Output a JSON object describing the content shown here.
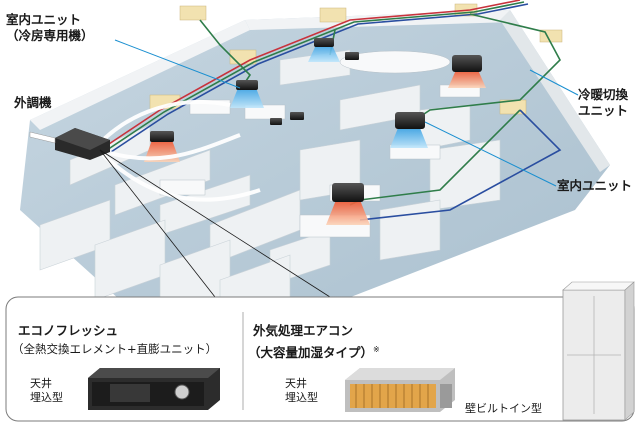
{
  "labels": {
    "indoor_unit_cooling_line1": "室内ユニット",
    "indoor_unit_cooling_line2": "（冷房専用機）",
    "outdoor_unit": "外調機",
    "switch_unit_line1": "冷暖切換",
    "switch_unit_line2": "ユニット",
    "indoor_unit": "室内ユニット"
  },
  "panel": {
    "econo_title": "エコノフレッシュ",
    "econo_sub": "（全熱交換エレメント+直膨ユニット）",
    "econo_mount_line1": "天井",
    "econo_mount_line2": "埋込型",
    "oa_title": "外気処理エアコン",
    "oa_sub": "（大容量加湿タイプ）",
    "oa_note": "※",
    "oa_mount_line1": "天井",
    "oa_mount_line2": "埋込型",
    "wall_builtin": "壁ビルトイン型"
  },
  "colors": {
    "floor": "#b8cbd8",
    "wall": "#e8ecef",
    "pipe_red": "#c8323c",
    "pipe_green": "#2f7d4a",
    "pipe_blue": "#2a4ea0",
    "callout": "#1a8fd0",
    "duct": "#f2e2b0",
    "cold_air": "#59b6e8",
    "warm_air": "#f26b3a"
  }
}
